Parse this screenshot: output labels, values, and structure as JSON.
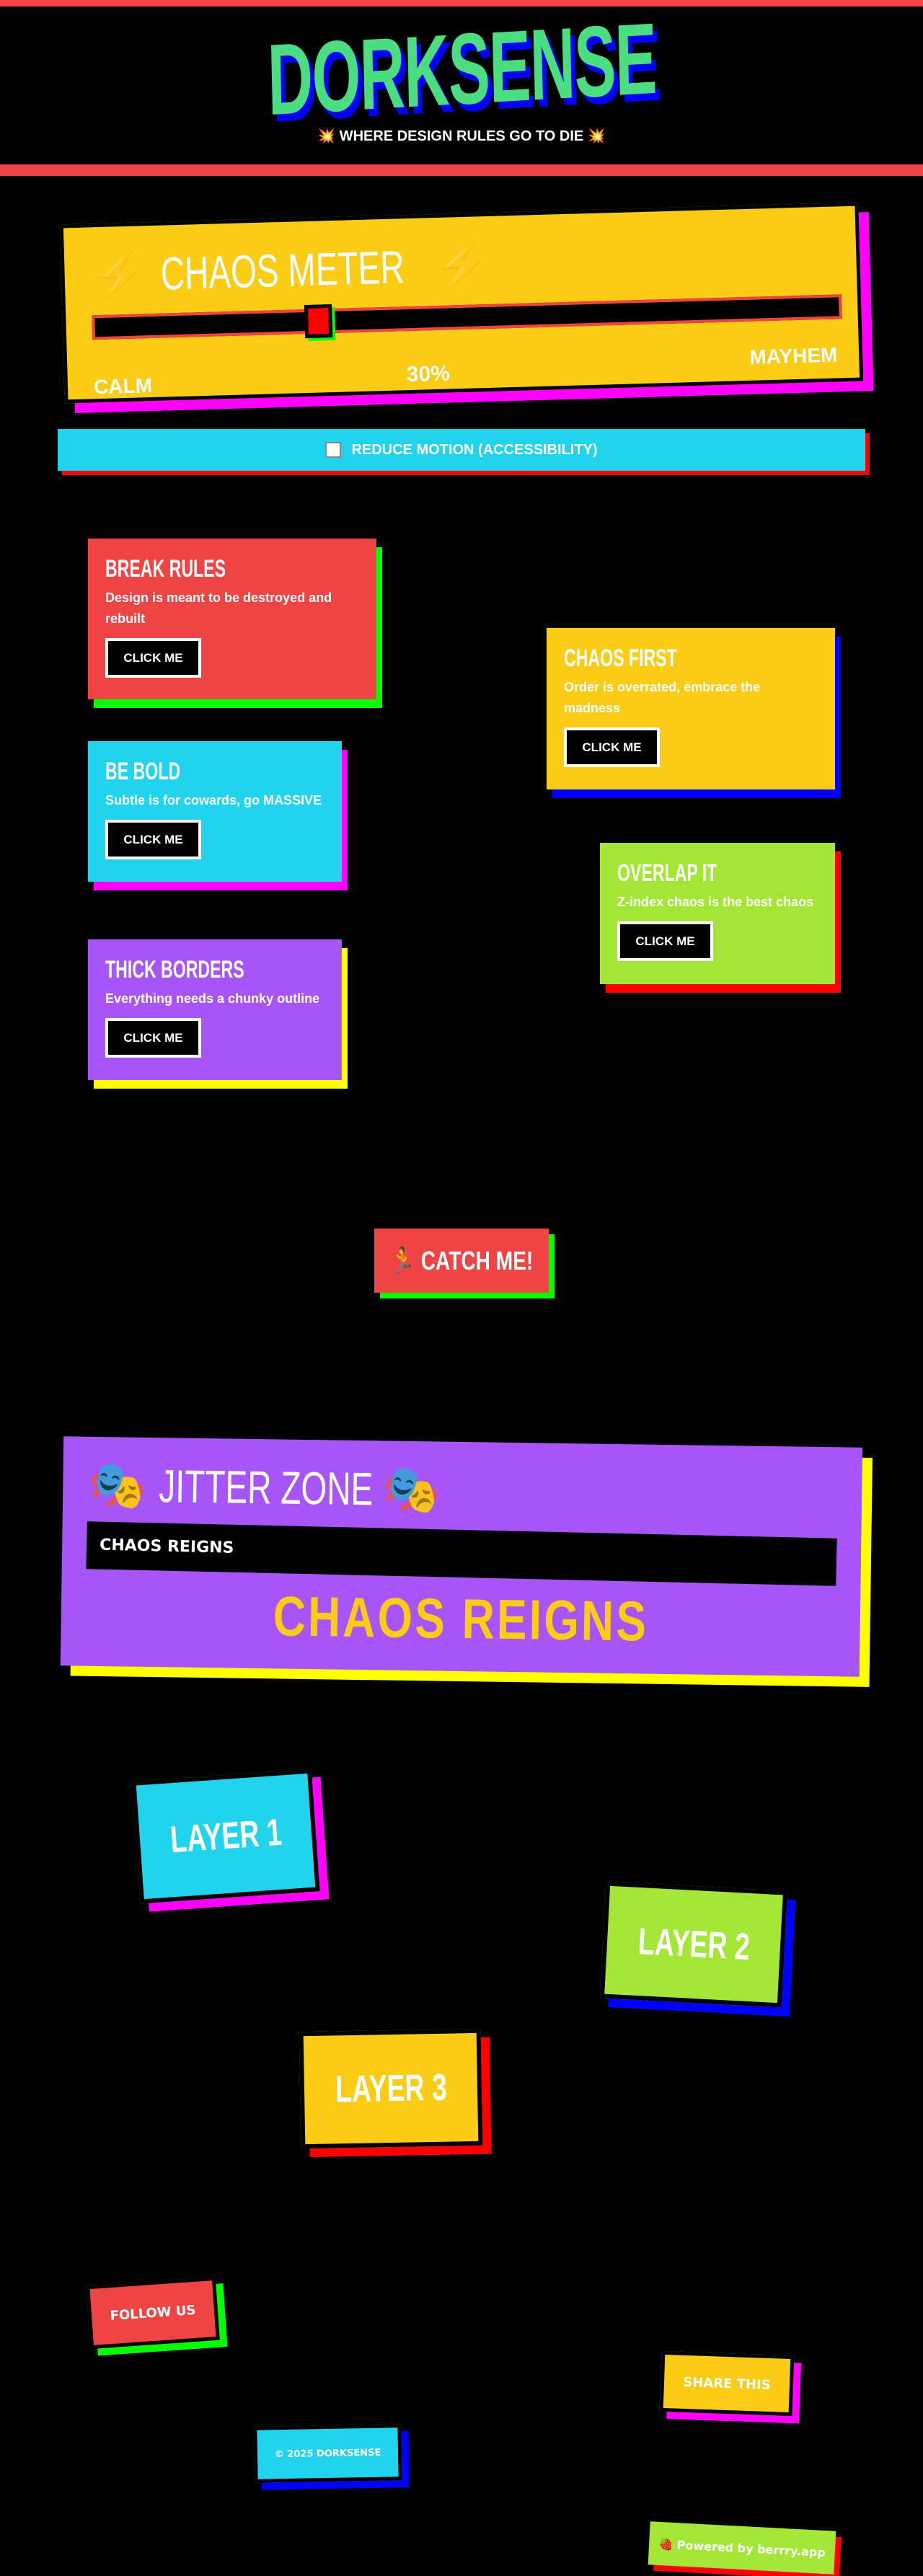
{
  "header": {
    "title": "DORKSENSE",
    "tagline": "💥 WHERE DESIGN RULES GO TO DIE 💥"
  },
  "chaos_meter": {
    "icon": "lightning-icon",
    "title": "CHAOS METER",
    "value_percent": 30,
    "value_label": "30%",
    "min_label": "CALM",
    "max_label": "MAYHEM"
  },
  "reduce_motion": {
    "label": "REDUCE MOTION (ACCESSIBILITY)",
    "checked": false
  },
  "cards": [
    {
      "title": "BREAK RULES",
      "desc": "Design is meant to be destroyed and rebuilt",
      "button": "CLICK ME",
      "color": "#ef4444",
      "shadow": "#00ff00"
    },
    {
      "title": "CHAOS FIRST",
      "desc": "Order is overrated, embrace the madness",
      "button": "CLICK ME",
      "color": "#facc15",
      "shadow": "#0000ff"
    },
    {
      "title": "BE BOLD",
      "desc": "Subtle is for cowards, go MASSIVE",
      "button": "CLICK ME",
      "color": "#22d3ee",
      "shadow": "#ff00ff"
    },
    {
      "title": "OVERLAP IT",
      "desc": "Z-index chaos is the best chaos",
      "button": "CLICK ME",
      "color": "#a3e635",
      "shadow": "#ff0000"
    },
    {
      "title": "THICK BORDERS",
      "desc": "Everything needs a chunky outline",
      "button": "CLICK ME",
      "color": "#a855f7",
      "shadow": "#ffff00"
    }
  ],
  "catch_me": {
    "label": "🏃 CATCH ME!"
  },
  "jitter": {
    "icon": "theater-masks-icon",
    "title": "JITTER ZONE",
    "input_value": "CHAOS REIGNS",
    "display": "CHAOS REIGNS"
  },
  "layers": [
    "LAYER 1",
    "LAYER 2",
    "LAYER 3"
  ],
  "footer": {
    "follow": "FOLLOW US",
    "share": "SHARE THIS",
    "copyright": "© 2025 DORKSENSE",
    "powered": "🍓 Powered by berrry.app"
  }
}
